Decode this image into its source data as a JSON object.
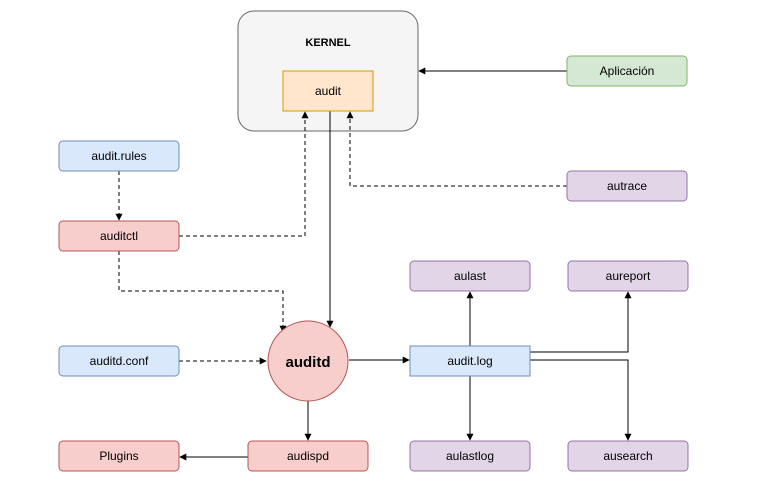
{
  "diagram": {
    "kernel": {
      "label": "KERNEL"
    },
    "nodes": {
      "audit": "audit",
      "aplicacion": "Aplicación",
      "audit_rules": "audit.rules",
      "autrace": "autrace",
      "auditctl": "auditctl",
      "aulast": "aulast",
      "aureport": "aureport",
      "auditd_conf": "auditd.conf",
      "auditd": "auditd",
      "audit_log": "audit.log",
      "plugins": "Plugins",
      "audispd": "audispd",
      "aulastlog": "aulastlog",
      "ausearch": "ausearch"
    },
    "colors": {
      "red_fill": "#f8cecc",
      "red_stroke": "#b85450",
      "blue_fill": "#dae8fc",
      "blue_stroke": "#6c8ebf",
      "green_fill": "#d5e8d4",
      "green_stroke": "#82b366",
      "purple_fill": "#e1d5e7",
      "purple_stroke": "#9673a6",
      "orange_fill": "#ffe6cc",
      "orange_stroke": "#d79b00",
      "kernel_fill": "#f5f5f5",
      "kernel_stroke": "#666666"
    }
  }
}
